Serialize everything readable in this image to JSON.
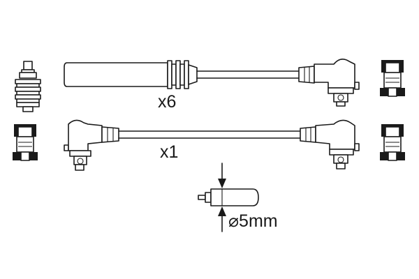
{
  "labels": {
    "quantity_primary": "x6",
    "quantity_secondary": "x1",
    "diameter": "⌀5mm"
  },
  "colors": {
    "line": "#1a1a1a",
    "background": "#ffffff"
  }
}
